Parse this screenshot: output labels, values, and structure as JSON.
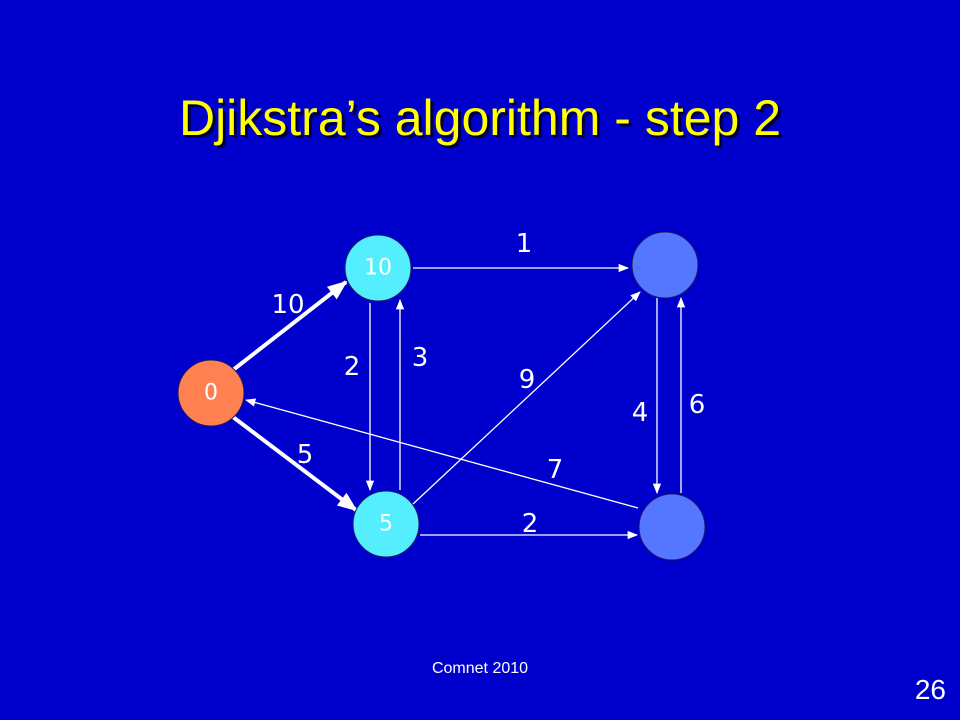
{
  "slide": {
    "title": "Djikstra’s algorithm - step 2",
    "footer": "Comnet 2010",
    "page_number": "26"
  },
  "colors": {
    "background": "#0000cc",
    "title": "#ffff00",
    "source_node": "#ff8050",
    "visited_node": "#55eeff",
    "unvisited_node": "#5577ff",
    "edge": "#ffffff"
  },
  "graph": {
    "nodes": [
      {
        "id": "s",
        "label": "0",
        "state": "source"
      },
      {
        "id": "u",
        "label": "10",
        "state": "tentative"
      },
      {
        "id": "x",
        "label": "5",
        "state": "tentative"
      },
      {
        "id": "v",
        "label": "",
        "state": "unreached"
      },
      {
        "id": "y",
        "label": "",
        "state": "unreached"
      }
    ],
    "edges": [
      {
        "id": "s-u",
        "from": "s",
        "to": "u",
        "weight": "10",
        "highlighted": true
      },
      {
        "id": "s-x",
        "from": "s",
        "to": "x",
        "weight": "5",
        "highlighted": true
      },
      {
        "id": "u-x",
        "from": "u",
        "to": "x",
        "weight": "2",
        "highlighted": false
      },
      {
        "id": "x-u",
        "from": "x",
        "to": "u",
        "weight": "3",
        "highlighted": false
      },
      {
        "id": "u-v",
        "from": "u",
        "to": "v",
        "weight": "1",
        "highlighted": false
      },
      {
        "id": "x-v",
        "from": "x",
        "to": "v",
        "weight": "9",
        "highlighted": false
      },
      {
        "id": "v-y",
        "from": "v",
        "to": "y",
        "weight": "4",
        "highlighted": false
      },
      {
        "id": "y-v",
        "from": "y",
        "to": "v",
        "weight": "6",
        "highlighted": false
      },
      {
        "id": "y-s",
        "from": "y",
        "to": "s",
        "weight": "7",
        "highlighted": false
      },
      {
        "id": "x-y",
        "from": "x",
        "to": "y",
        "weight": "2",
        "highlighted": false
      }
    ]
  }
}
